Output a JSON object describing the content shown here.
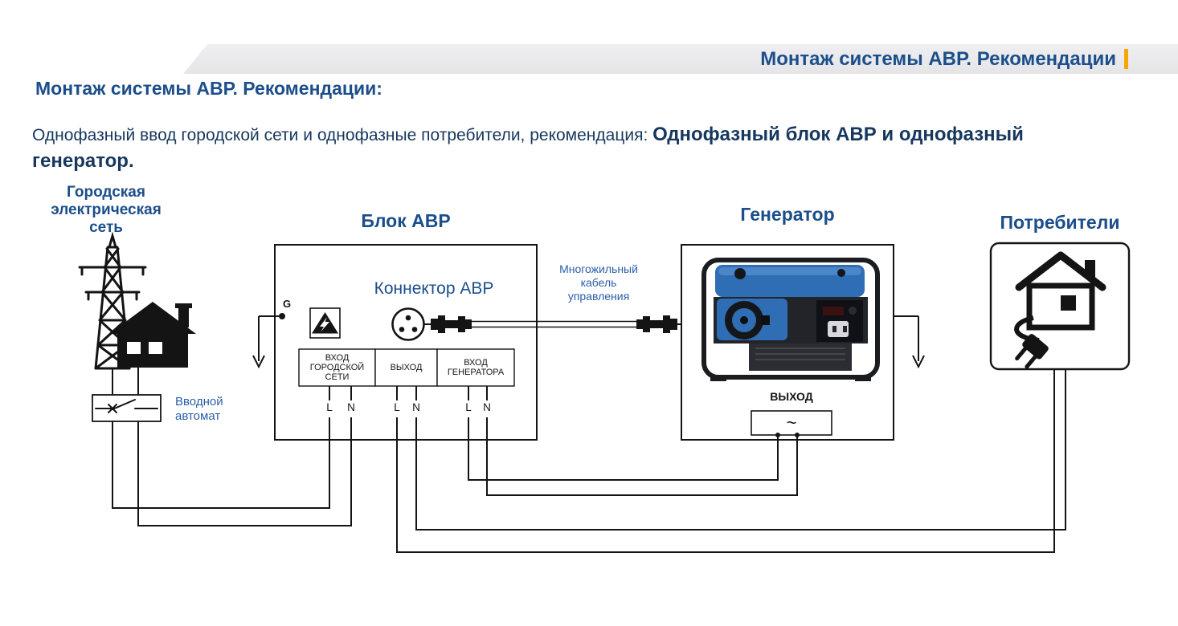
{
  "banner": {
    "title": "Монтаж системы АВР. Рекомендации"
  },
  "intro": {
    "heading": "Монтаж системы АВР. Рекомендации:",
    "text_regular": "Однофазный ввод городской сети и однофазные потребители, рекомендация: ",
    "text_bold": "Однофазный блок АВР и однофазный генератор."
  },
  "diagram": {
    "city_grid": {
      "label_lines": [
        "Городская",
        "электрическая",
        "сеть"
      ]
    },
    "input_breaker": {
      "label_lines": [
        "Вводной",
        "автомат"
      ]
    },
    "avr_block": {
      "title": "Блок АВР",
      "connector_label": "Коннектор АВР",
      "ground_label": "G",
      "ports": [
        {
          "lines": [
            "ВХОД",
            "ГОРОДСКОЙ",
            "СЕТИ"
          ]
        },
        {
          "lines": [
            "ВЫХОД"
          ]
        },
        {
          "lines": [
            "ВХОД",
            "ГЕНЕРАТОРА"
          ]
        }
      ],
      "terminal_pairs": [
        {
          "l": "L",
          "n": "N"
        },
        {
          "l": "L",
          "n": "N"
        },
        {
          "l": "L",
          "n": "N"
        }
      ]
    },
    "control_cable": {
      "label_lines": [
        "Многожильный",
        "кабель",
        "управления"
      ]
    },
    "generator": {
      "title": "Генератор",
      "output_label": "ВЫХОД",
      "output_symbol": "~"
    },
    "consumers": {
      "title": "Потребители"
    },
    "icons": {
      "city_grid": "power-tower-house-icon",
      "breaker": "circuit-breaker-symbol",
      "ground_left": "ground-arrow-icon",
      "ground_right": "ground-arrow-icon",
      "warning": "high-voltage-warning-icon",
      "connector": "round-connector-socket-icon",
      "cable": "control-cable-plug-icon",
      "generator": "portable-generator-image",
      "consumers": "house-plug-icon"
    },
    "colors": {
      "heading_blue": "#1B4E8A",
      "label_blue": "#2B5EA8",
      "accent_orange": "#F7A600",
      "text_navy": "#17375E",
      "line_black": "#141414"
    }
  }
}
